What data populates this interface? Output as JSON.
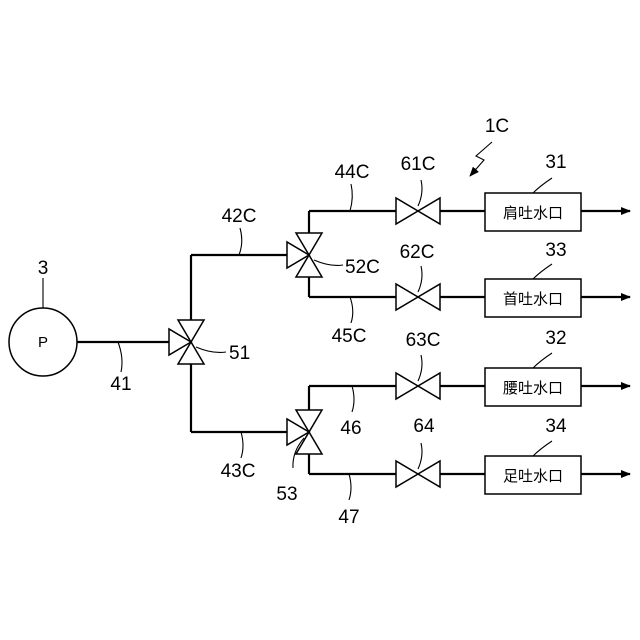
{
  "diagram": {
    "system_label": "1C",
    "pump": {
      "symbol": "P",
      "ref": "3"
    },
    "pipes": {
      "p41": "41",
      "p42c": "42C",
      "p43c": "43C",
      "p44c": "44C",
      "p45c": "45C",
      "p46": "46",
      "p47": "47"
    },
    "three_way_valves": {
      "v51": "51",
      "v52c": "52C",
      "v53": "53"
    },
    "valves": {
      "v61c": "61C",
      "v62c": "62C",
      "v63c": "63C",
      "v64": "64"
    },
    "outlets": [
      {
        "ref": "31",
        "label": "肩吐水口"
      },
      {
        "ref": "33",
        "label": "首吐水口"
      },
      {
        "ref": "32",
        "label": "腰吐水口"
      },
      {
        "ref": "34",
        "label": "足吐水口"
      }
    ]
  }
}
